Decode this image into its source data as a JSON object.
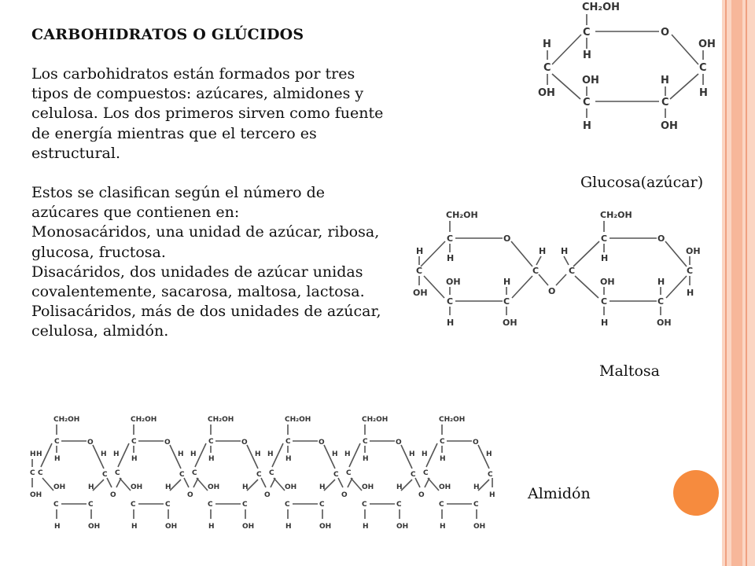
{
  "slide": {
    "title": "CARBOHIDRATOS O GLÚCIDOS",
    "paragraphs": [
      "Los carbohidratos están formados por tres tipos de compuestos: azúcares, almidones y celulosa. Los dos primeros sirven como fuente de energía mientras que el tercero es estructural.",
      "Estos se clasifican según el número de azúcares que contienen en:",
      "Monosacáridos, una unidad de azúcar, ribosa, glucosa, fructosa.",
      "Disacáridos, dos unidades de azúcar unidas covalentemente, sacarosa, maltosa, lactosa.",
      "Polisacáridos, más de dos unidades de azúcar, celulosa, almidón."
    ],
    "captions": {
      "glucose": "Glucosa(azúcar)",
      "maltose": "Maltosa",
      "starch": "Almidón"
    }
  },
  "structure_labels": {
    "ch2oh_display": "CH₂OH",
    "carbon": "C",
    "oxygen": "O",
    "hydrogen": "H",
    "hydroxyl": "OH",
    "hydroxyl_left": "OH"
  },
  "colors": {
    "accent_orange": "#F68B3E",
    "stripe_light": "#FBD5C3",
    "stripe_mid": "#F7B79A",
    "stripe_line": "#F0A080",
    "molecule_ink": "#333333"
  },
  "icons": {
    "decor": "orange-circle-icon"
  }
}
